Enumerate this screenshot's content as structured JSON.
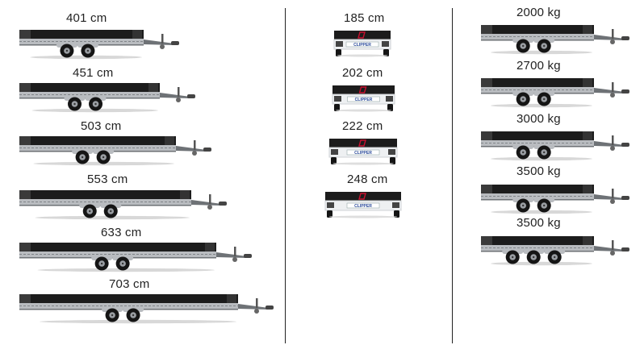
{
  "lengths": {
    "items": [
      {
        "label": "401 cm",
        "len": 401,
        "axles": 2
      },
      {
        "label": "451 cm",
        "len": 451,
        "axles": 2
      },
      {
        "label": "503 cm",
        "len": 503,
        "axles": 2
      },
      {
        "label": "553 cm",
        "len": 553,
        "axles": 2
      },
      {
        "label": "633 cm",
        "len": 633,
        "axles": 2
      },
      {
        "label": "703 cm",
        "len": 703,
        "axles": 2
      }
    ]
  },
  "widths": {
    "items": [
      {
        "label": "185 cm",
        "width": 185
      },
      {
        "label": "202 cm",
        "width": 202
      },
      {
        "label": "222 cm",
        "width": 222
      },
      {
        "label": "248 cm",
        "width": 248
      }
    ],
    "brand_text": "CLIPPER"
  },
  "weights": {
    "items": [
      {
        "label": "2000 kg",
        "axles": 2
      },
      {
        "label": "2700 kg",
        "axles": 2
      },
      {
        "label": "3000 kg",
        "axles": 2
      },
      {
        "label": "3500 kg",
        "axles": 2
      },
      {
        "label": "3500 kg",
        "axles": 3
      }
    ]
  },
  "colors": {
    "deck": "#1c1c1c",
    "frame": "#b9bcc0",
    "frame_dark": "#6e7276",
    "tyre": "#151515",
    "rim": "#9a9ea3",
    "accent": "#c8102e",
    "divider": "#222222"
  }
}
